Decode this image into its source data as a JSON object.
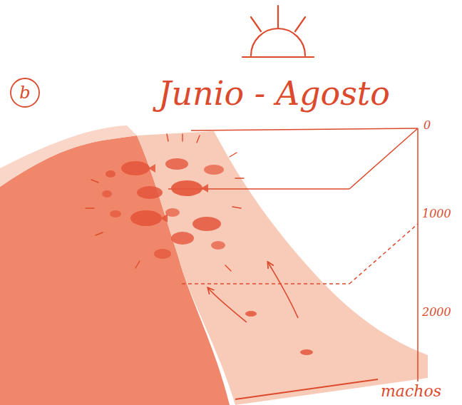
{
  "diagram": {
    "labels": [
      "b",
      "Junio - Agosto",
      "0",
      "1000",
      "2000",
      "machos"
    ]
  }
}
